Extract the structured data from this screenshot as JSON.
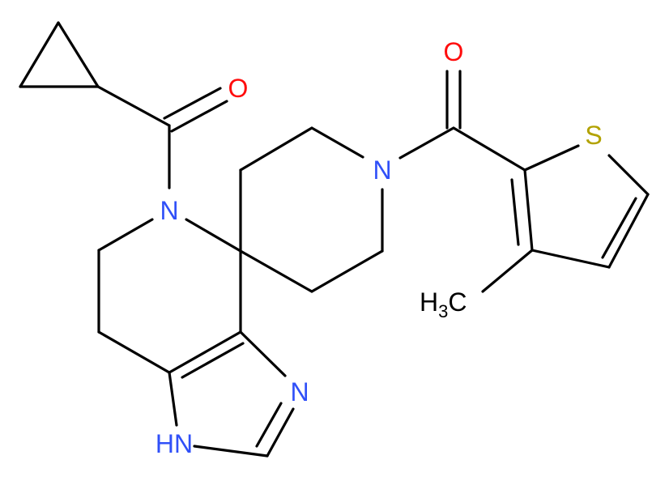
{
  "colors": {
    "background": "#ffffff",
    "bond": "#000000",
    "oxygen": "#ff0d0d",
    "nitrogen": "#3050f8",
    "sulfur": "#b2a200",
    "carbon": "#000000"
  },
  "atoms": {
    "o_left": {
      "label": "O",
      "element": "oxygen"
    },
    "o_right": {
      "label": "O",
      "element": "oxygen"
    },
    "n_amide": {
      "label": "N",
      "element": "nitrogen"
    },
    "n_pip": {
      "label": "N",
      "element": "nitrogen"
    },
    "n_imid": {
      "label": "N",
      "element": "nitrogen"
    },
    "nh_imid": {
      "label": "HN",
      "element": "nitrogen"
    },
    "s_thio": {
      "label": "S",
      "element": "sulfur"
    },
    "methyl": {
      "label_main": "H",
      "label_sub": "3",
      "label_tail": "C",
      "element": "carbon"
    }
  }
}
